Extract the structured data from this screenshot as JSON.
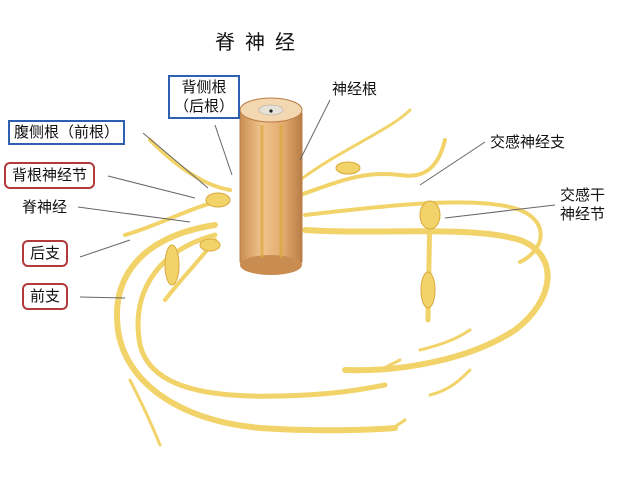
{
  "title": "脊神经",
  "labels": {
    "dorsal_root_line1": "背侧根",
    "dorsal_root_line2": "（后根）",
    "nerve_root": "神经根",
    "ventral_root": "腹侧根（前根）",
    "sympathetic_branch": "交感神经支",
    "dorsal_root_ganglion": "背根神经节",
    "sympathetic_trunk_line1": "交感干",
    "sympathetic_trunk_line2": "神经节",
    "spinal_nerve": "脊神经",
    "posterior_ramus": "后支",
    "anterior_ramus": "前支"
  },
  "colors": {
    "nerve": "#f2d36a",
    "nerve_edge": "#d9a93c",
    "cord": "#e8b57a",
    "cord_shadow": "#c98d52",
    "box_blue": "#2f5fb0",
    "box_red": "#b23a3a"
  }
}
